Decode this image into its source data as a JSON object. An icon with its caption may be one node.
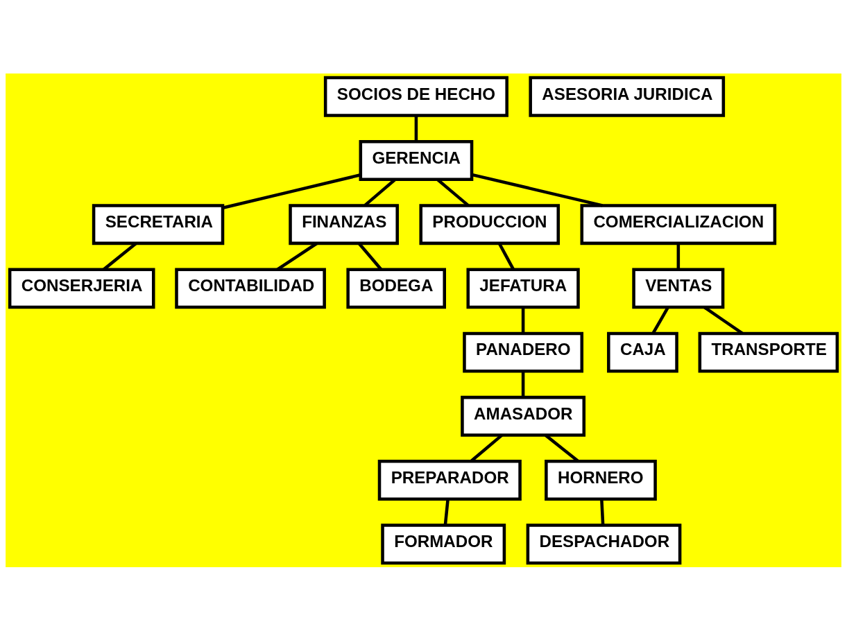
{
  "diagram": {
    "nodes": [
      {
        "text": [
          "SOCIOS DE HECHO"
        ]
      },
      {
        "text": [
          "ASESORIA JURIDICA"
        ]
      },
      {
        "text": [
          "GERENCIA"
        ]
      },
      {
        "text": [
          "SECRETARIA"
        ]
      },
      {
        "text": [
          "CONSERJERIA"
        ]
      },
      {
        "text": [
          "FINANZAS"
        ]
      },
      {
        "text": [
          "PRODUCCION"
        ]
      },
      {
        "text": [
          "COMERCIALIZACION"
        ]
      },
      {
        "text": [
          "CONTABILIDAD"
        ]
      },
      {
        "text": [
          "JEFATURA"
        ]
      },
      {
        "text": [
          "VENTAS"
        ]
      },
      {
        "text": [
          "PANADERO"
        ]
      },
      {
        "text": [
          "CAJA"
        ]
      },
      {
        "text": [
          "BODEGA"
        ]
      },
      {
        "text": [
          "AMASADOR"
        ]
      },
      {
        "text": [
          "TRANSPORTE"
        ]
      },
      {
        "text": [
          "PREPARADOR"
        ]
      },
      {
        "text": [
          "FORMADOR"
        ]
      },
      {
        "text": [
          "HORNERO"
        ]
      },
      {
        "text": [
          "DESPACHADOR"
        ]
      }
    ],
    "edges": [
      {
        "from": 0,
        "to": 2,
        "arrow": "none"
      },
      {
        "from": 2,
        "to": 3,
        "arrow": "none"
      },
      {
        "from": 3,
        "to": 4,
        "arrow": "none"
      },
      {
        "from": 2,
        "to": 5,
        "arrow": "none"
      },
      {
        "from": 2,
        "to": 6,
        "arrow": "none"
      },
      {
        "from": 2,
        "to": 7,
        "arrow": "none"
      },
      {
        "from": 5,
        "to": 8,
        "arrow": "none"
      },
      {
        "from": 5,
        "to": 13,
        "arrow": "none"
      },
      {
        "from": 6,
        "to": 9,
        "arrow": "none"
      },
      {
        "from": 9,
        "to": 11,
        "arrow": "none"
      },
      {
        "from": 11,
        "to": 14,
        "arrow": "none"
      },
      {
        "from": 7,
        "to": 10,
        "arrow": "none"
      },
      {
        "from": 10,
        "to": 12,
        "arrow": "none"
      },
      {
        "from": 10,
        "to": 15,
        "arrow": "none"
      },
      {
        "from": 14,
        "to": 16,
        "arrow": "none"
      },
      {
        "from": 16,
        "to": 17,
        "arrow": "none"
      },
      {
        "from": 14,
        "to": 18,
        "arrow": "none"
      },
      {
        "from": 18,
        "to": 19,
        "arrow": "none"
      }
    ]
  }
}
